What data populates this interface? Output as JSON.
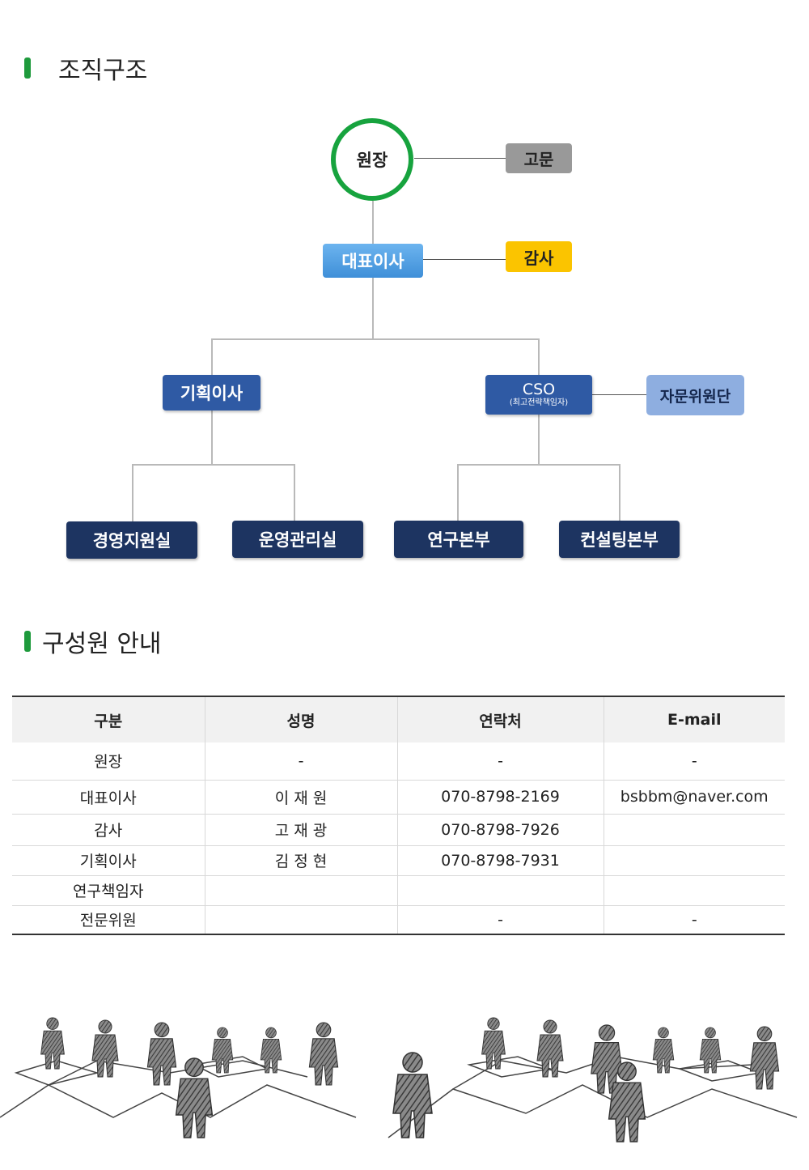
{
  "sections": {
    "org_title": "조직구조",
    "members_title": "구성원 안내"
  },
  "org": {
    "director": "원장",
    "advisor": "고문",
    "ceo": "대표이사",
    "auditor": "감사",
    "planning_director": "기획이사",
    "cso": "CSO",
    "cso_sub": "(최고전략책임자)",
    "advisory_board": "자문위원단",
    "management_support": "경영지원실",
    "operations": "운영관리실",
    "research": "연구본부",
    "consulting": "컨설팅본부"
  },
  "table": {
    "headers": [
      "구분",
      "성명",
      "연락처",
      "E-mail"
    ],
    "rows": [
      [
        "원장",
        "-",
        "-",
        "-"
      ],
      [
        "대표이사",
        "이 재 원",
        "070-8798-2169",
        "bsbbm@naver.com"
      ],
      [
        "감사",
        "고 재 광",
        "070-8798-7926",
        ""
      ],
      [
        "기획이사",
        "김 정 현",
        "070-8798-7931",
        ""
      ],
      [
        "연구책임자",
        "",
        "",
        ""
      ],
      [
        "전문위원",
        "",
        "-",
        "-"
      ]
    ]
  },
  "colors": {
    "accent_green": "#1e9a3c",
    "navy": "#1d3461",
    "blue": "#2f5aa4",
    "light_blue": "#3f8fd8",
    "pale_blue": "#8eaee0",
    "yellow": "#fbc400",
    "gray": "#999999"
  }
}
